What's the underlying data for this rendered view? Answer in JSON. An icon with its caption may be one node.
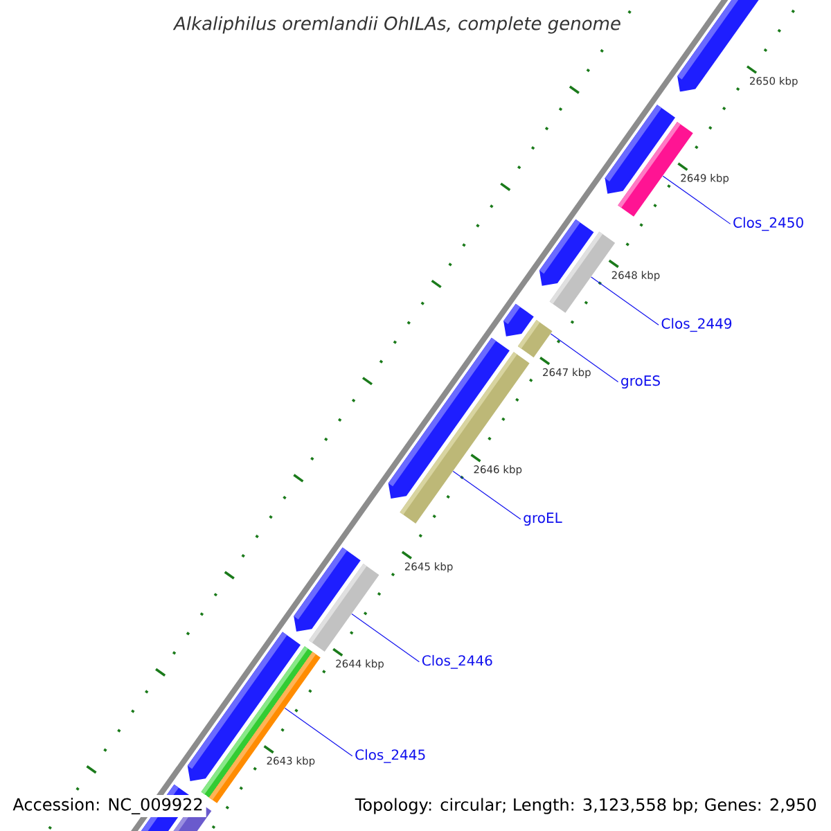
{
  "diagram": {
    "title": "Alkaliphilus oremlandii OhILAs, complete genome",
    "nodes": [
      {
        "text": [
          "Clos_2450"
        ]
      },
      {
        "text": [],
        "shape": "bar"
      },
      {
        "text": [
          "Clos_2449"
        ]
      },
      {
        "text": [],
        "shape": "bar"
      },
      {
        "text": [
          "groES"
        ]
      },
      {
        "text": [],
        "shape": "bar"
      },
      {
        "text": [
          "groEL"
        ]
      },
      {
        "text": [],
        "shape": "bar"
      },
      {
        "text": [
          "Clos_2446"
        ]
      },
      {
        "text": [],
        "shape": "bar"
      },
      {
        "text": [
          "Clos_2445"
        ]
      },
      {
        "text": [],
        "shape": "bar"
      }
    ],
    "edges": [
      {
        "from": 0,
        "to": 1,
        "arrow": "none"
      },
      {
        "from": 2,
        "to": 3,
        "arrow": "none"
      },
      {
        "from": 4,
        "to": 5,
        "arrow": "none"
      },
      {
        "from": 6,
        "to": 7,
        "arrow": "none"
      },
      {
        "from": 8,
        "to": 9,
        "arrow": "none"
      },
      {
        "from": 10,
        "to": 11,
        "arrow": "none"
      }
    ],
    "labels": [
      "2650 kbp",
      "2649 kbp",
      "2648 kbp",
      "2647 kbp",
      "2646 kbp",
      "2645 kbp",
      "2644 kbp",
      "2643 kbp",
      "Accession: NC_009922",
      "Topology: circular; Length: 3,123,558 bp; Genes: 2,950"
    ]
  }
}
